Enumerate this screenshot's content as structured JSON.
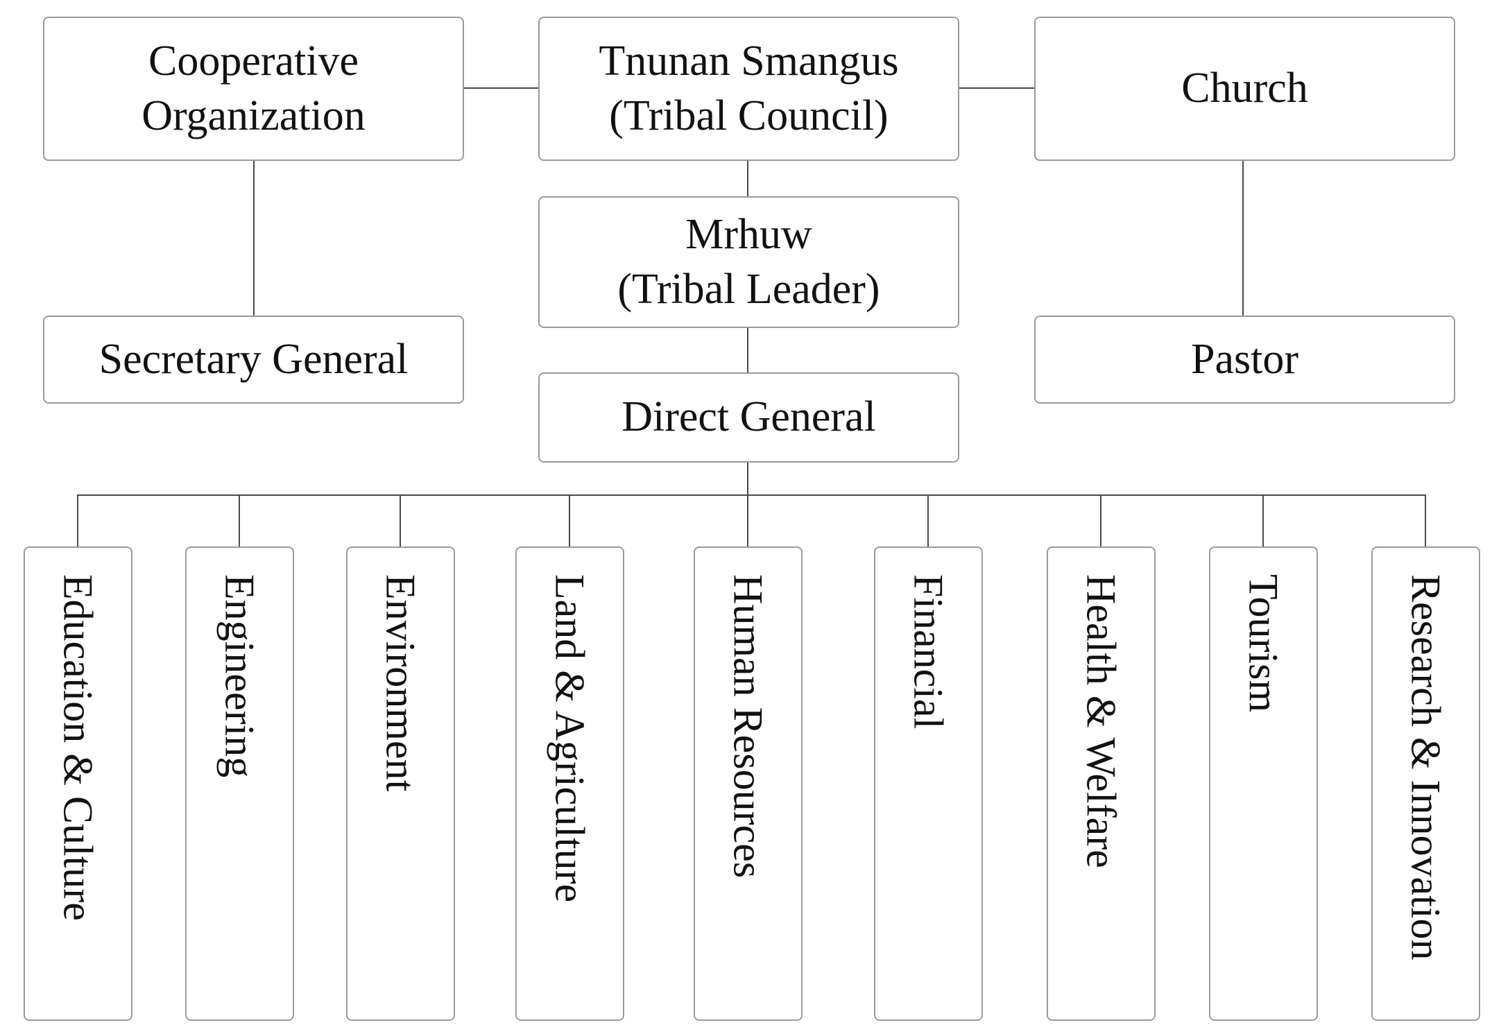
{
  "top_row": {
    "cooperative": "Cooperative\nOrganization",
    "council": "Tnunan Smangus\n(Tribal Council)",
    "church": "Church"
  },
  "middle": {
    "leader": "Mrhuw\n(Tribal Leader)",
    "secretary": "Secretary General",
    "pastor": "Pastor",
    "director": "Direct General"
  },
  "departments": [
    "Education & Culture",
    "Engineering",
    "Environment",
    "Land & Agriculture",
    "Human Resources",
    "Financial",
    "Health & Welfare",
    "Tourism",
    "Research & Innovation"
  ]
}
